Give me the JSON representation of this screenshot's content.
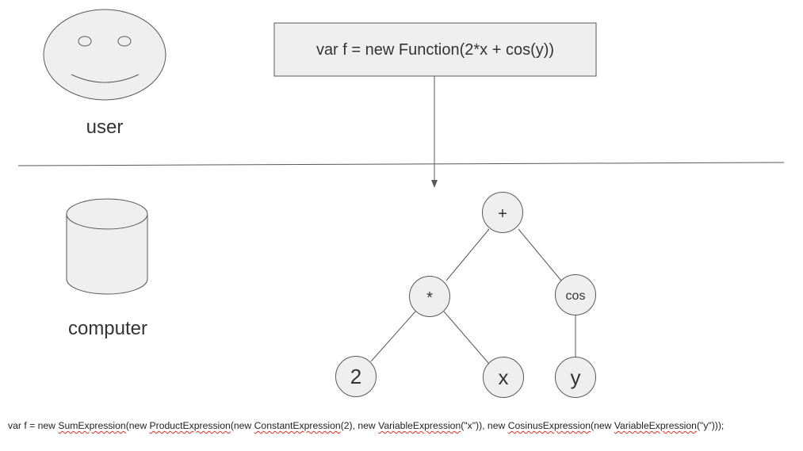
{
  "user": {
    "label": "user"
  },
  "computer": {
    "label": "computer"
  },
  "code_box": {
    "text": "var f = new Function(2*x + cos(y))"
  },
  "tree": {
    "root": "+",
    "product": "*",
    "cosine": "cos",
    "const_two": "2",
    "var_x": "x",
    "var_y": "y"
  },
  "code_line": [
    {
      "text": "var f = new ",
      "underline": false
    },
    {
      "text": "SumExpression",
      "underline": true
    },
    {
      "text": "(new ",
      "underline": false
    },
    {
      "text": "ProductExpression",
      "underline": true
    },
    {
      "text": "(new ",
      "underline": false
    },
    {
      "text": "ConstantExpression",
      "underline": true
    },
    {
      "text": "(2), new ",
      "underline": false
    },
    {
      "text": "VariableExpression",
      "underline": true
    },
    {
      "text": "(\"x\")), new ",
      "underline": false
    },
    {
      "text": "CosinusExpression",
      "underline": true
    },
    {
      "text": "(new ",
      "underline": false
    },
    {
      "text": "VariableExpression",
      "underline": true
    },
    {
      "text": "(\"y\")));",
      "underline": false
    }
  ],
  "colors": {
    "stroke": "#595959",
    "fill": "#efefef",
    "text": "#333333",
    "squiggle": "#d93025"
  }
}
